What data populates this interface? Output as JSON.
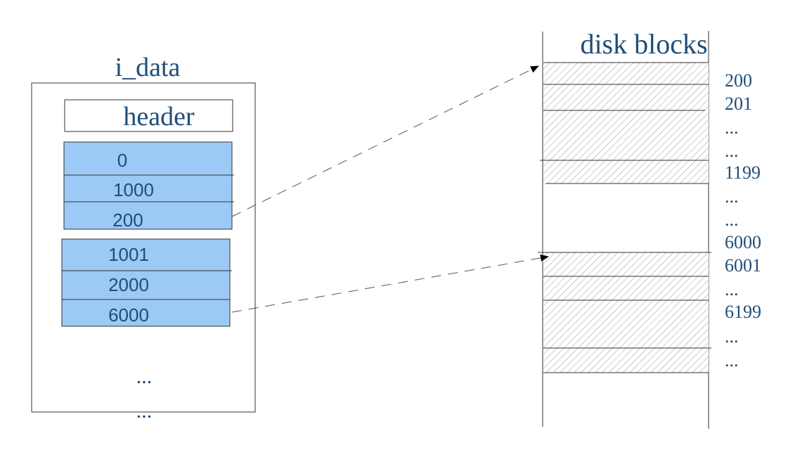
{
  "i_data": {
    "title": "i_data",
    "header_label": "header",
    "group1": [
      "0",
      "1000",
      "200"
    ],
    "group2": [
      "1001",
      "2000",
      "6000"
    ],
    "ellipsis": [
      "...",
      "..."
    ]
  },
  "disk": {
    "title": "disk blocks",
    "labels": [
      "200",
      "201",
      "...",
      "...",
      "1199",
      "...",
      "...",
      "6000",
      "6001",
      "...",
      "6199",
      "...",
      "..."
    ]
  },
  "colors": {
    "text": "#1f4e79",
    "cell_fill": "#9cc9f5"
  }
}
